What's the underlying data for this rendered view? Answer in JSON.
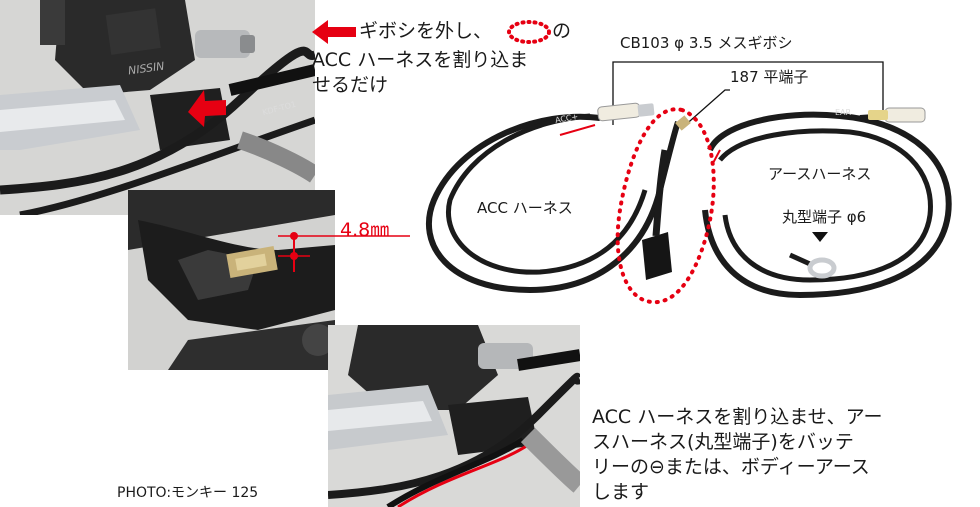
{
  "instructions": {
    "step1_line1": "ギボシを外し、",
    "step1_line1_tail": "の",
    "step1_line2": "ACC ハーネスを割り込ま",
    "step1_line3": "せるだけ",
    "step2_line1": "ACC ハーネスを割り込ませ、アー",
    "step2_line2": "スハーネス(丸型端子)をバッテ",
    "step2_line3": "リーの⊖または、ボディーアース",
    "step2_line4": "します"
  },
  "callouts": {
    "connector_female": "CB103 φ 3.5 メスギボシ",
    "flat_terminal": "187 平端子",
    "acc_harness": "ACC ハーネス",
    "earth_harness": "アースハーネス",
    "ring_terminal": "丸型端子 φ6",
    "dimension": "4.8㎜"
  },
  "labels": {
    "wire_tag_acc": "ACC+",
    "wire_tag_earth": "EAR",
    "photo_credit": "PHOTO:モンキー 125",
    "brand_mark": "NISSIN",
    "cable_print": "KDF-TO1"
  },
  "colors": {
    "accent_red": "#e60012",
    "cable": "#1b1b1b",
    "chrome": "#bfc3c7"
  }
}
